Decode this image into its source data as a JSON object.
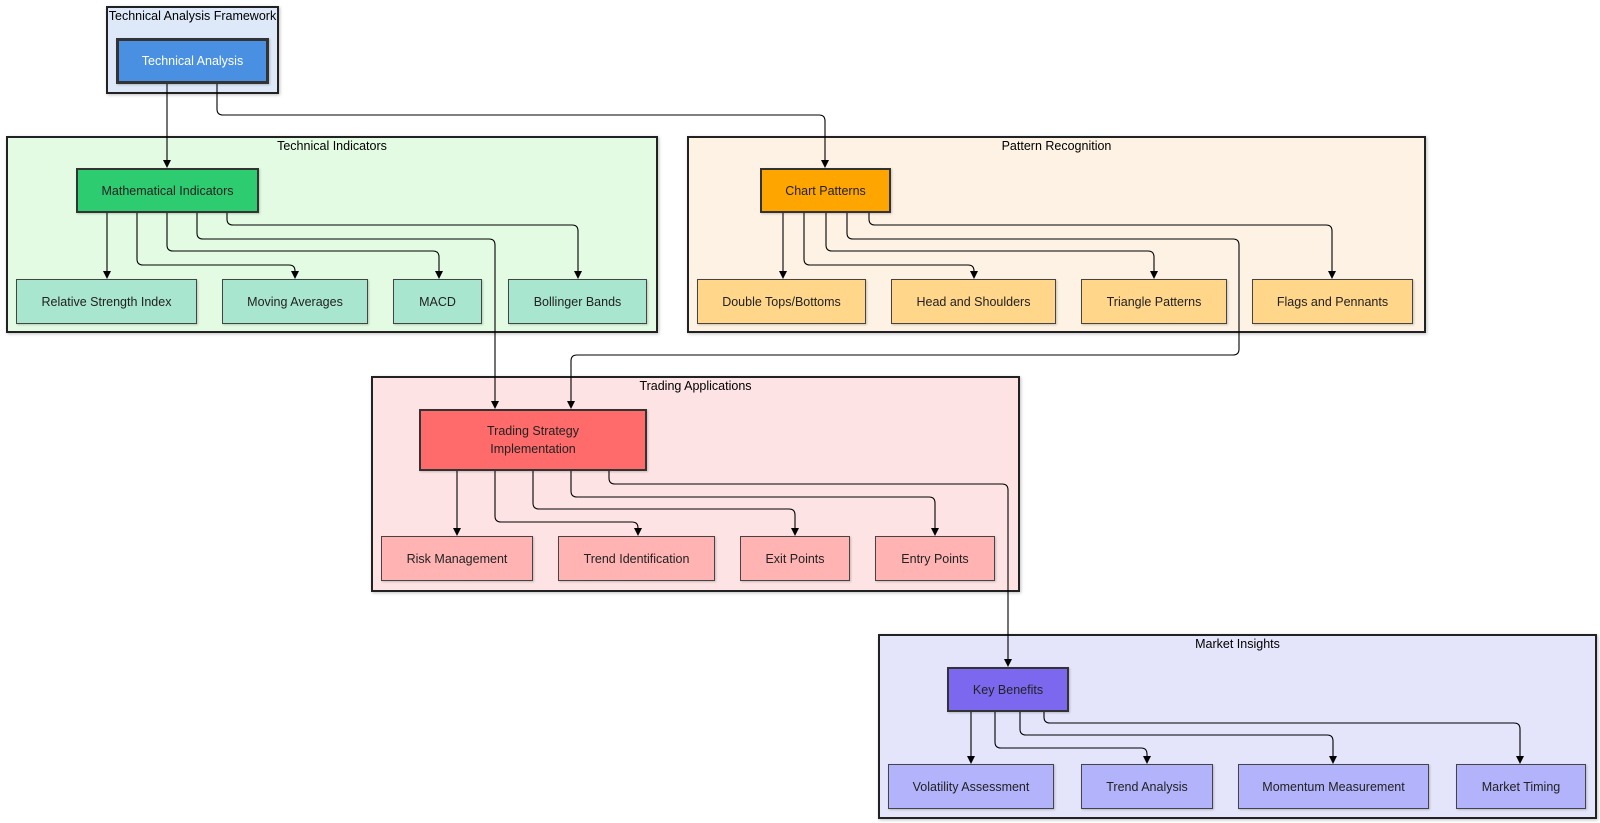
{
  "groups": {
    "framework": {
      "title": "Technical Analysis Framework",
      "fill": "#dde8f8"
    },
    "indicators": {
      "title": "Technical Indicators",
      "fill": "#e3fbe3"
    },
    "patterns": {
      "title": "Pattern Recognition",
      "fill": "#fdf2e3"
    },
    "trading": {
      "title": "Trading Applications",
      "fill": "#fde3e3"
    },
    "insights": {
      "title": "Market Insights",
      "fill": "#e4e4fb"
    }
  },
  "nodes": {
    "technical_analysis": {
      "label": "Technical Analysis",
      "fill": "#4a90e2"
    },
    "mathematical_indicators": {
      "label": "Mathematical Indicators",
      "fill": "#2ecc71"
    },
    "rsi": {
      "label": "Relative Strength Index",
      "fill": "#a8e6cf"
    },
    "moving_averages": {
      "label": "Moving Averages",
      "fill": "#a8e6cf"
    },
    "macd": {
      "label": "MACD",
      "fill": "#a8e6cf"
    },
    "bollinger": {
      "label": "Bollinger Bands",
      "fill": "#a8e6cf"
    },
    "chart_patterns": {
      "label": "Chart Patterns",
      "fill": "#ffa500"
    },
    "double_tops": {
      "label": "Double Tops/Bottoms",
      "fill": "#ffd68a"
    },
    "head_shoulders": {
      "label": "Head and Shoulders",
      "fill": "#ffd68a"
    },
    "triangle": {
      "label": "Triangle Patterns",
      "fill": "#ffd68a"
    },
    "flags": {
      "label": "Flags and Pennants",
      "fill": "#ffd68a"
    },
    "trading_strategy": {
      "label_line1": "Trading Strategy",
      "label_line2": "Implementation",
      "fill": "#ff6b6b"
    },
    "risk_management": {
      "label": "Risk Management",
      "fill": "#ffb3b3"
    },
    "trend_identification": {
      "label": "Trend Identification",
      "fill": "#ffb3b3"
    },
    "exit_points": {
      "label": "Exit Points",
      "fill": "#ffb3b3"
    },
    "entry_points": {
      "label": "Entry Points",
      "fill": "#ffb3b3"
    },
    "key_benefits": {
      "label": "Key Benefits",
      "fill": "#7b68ee"
    },
    "volatility": {
      "label": "Volatility Assessment",
      "fill": "#b3b3fb"
    },
    "trend_analysis": {
      "label": "Trend Analysis",
      "fill": "#b3b3fb"
    },
    "momentum": {
      "label": "Momentum Measurement",
      "fill": "#b3b3fb"
    },
    "market_timing": {
      "label": "Market Timing",
      "fill": "#b3b3fb"
    }
  }
}
